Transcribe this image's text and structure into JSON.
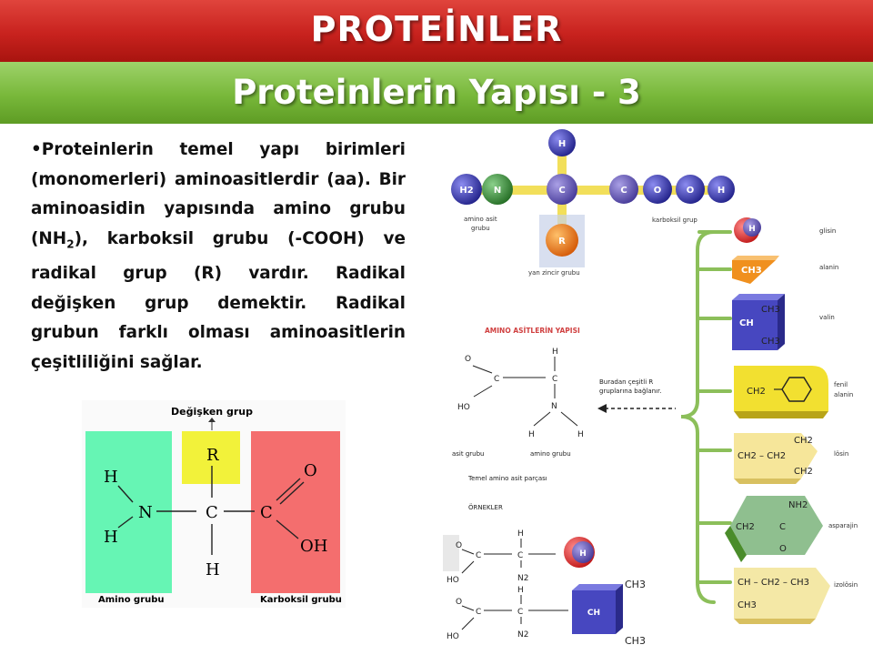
{
  "title": "PROTEİNLER",
  "subtitle": "Proteinlerin Yapısı - 3",
  "body": {
    "bullet": "•",
    "line1": "Proteinlerin temel yapı birimleri (monomerleri) aminoasitlerdir (aa). Bir aminoasidin yapısında amino grubu (NH",
    "sub": "2",
    "line2": "), karboksil grubu (-COOH) ve radikal grup (R) vardır. Radikal değişken grup demektir. Radikal grubun farklı olması aminoasitlerin çeşitliliğini sağlar."
  },
  "left_diagram": {
    "variable_label": "Değişken grup",
    "amino_label": "Amino grubu",
    "carboxyl_label": "Karboksil grubu",
    "atoms": {
      "h": "H",
      "n": "N",
      "c": "C",
      "r": "R",
      "o": "O",
      "oh": "OH"
    },
    "colors": {
      "amino": "#66f5b4",
      "radical": "#f2f23a",
      "carboxyl": "#f46e6e"
    }
  },
  "right_diagram": {
    "top_model": {
      "atoms": [
        "H",
        "H2",
        "N",
        "C",
        "R",
        "C",
        "O",
        "O",
        "H"
      ],
      "amino_label_1": "amino asit",
      "amino_label_2": "grubu",
      "carboxyl_label": "karboksil grup",
      "side_chain_label": "yan zincir grubu"
    },
    "structure": {
      "heading": "AMINO ASİTLERİN YAPISI",
      "atoms": {
        "o": "O",
        "c": "C",
        "ho": "HO",
        "h": "H",
        "n": "N"
      },
      "acid_group": "asit grubu",
      "amino_group": "amino grubu",
      "base_part": "Temel amino asit parçası",
      "note_1": "Buradan çeşitli R",
      "note_2": "gruplarına bağlanır."
    },
    "examples": {
      "heading": "ÖRNEKLER",
      "n2": "N2",
      "h": "H",
      "ch": "CH",
      "ch3": "CH3"
    },
    "side_chains": [
      {
        "formula": "H",
        "name": "glisin"
      },
      {
        "formula": "CH3",
        "name": "alanin"
      },
      {
        "formula": "CH",
        "extra1": "CH3",
        "extra2": "CH3",
        "name": "valin"
      },
      {
        "formula": "CH2",
        "name_1": "fenil",
        "name_2": "alanin"
      },
      {
        "formula": "CH2 – CH2",
        "extra1": "CH2",
        "extra2": "CH2",
        "name": "lösin"
      },
      {
        "formula": "CH2",
        "extra1": "NH2",
        "extra2": "C",
        "extra3": "O",
        "name": "asparajin"
      },
      {
        "formula": "CH – CH2 – CH3",
        "extra1": "CH3",
        "name": "izolösin"
      }
    ],
    "colors": {
      "atom_blue": "#3b3bb8",
      "atom_green": "#3c8c3c",
      "atom_purple": "#6a5ab4",
      "atom_orange": "#f07a1e",
      "bracket": "#8cbf5a"
    }
  }
}
